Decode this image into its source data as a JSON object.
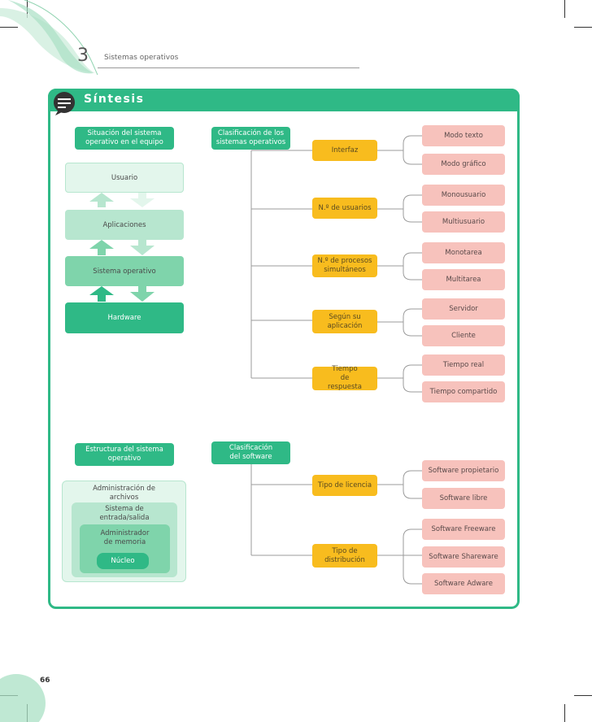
{
  "header": {
    "chapter_number": "3",
    "chapter_title": "Sistemas operativos"
  },
  "synthesis": {
    "title": "Síntesis"
  },
  "situacion": {
    "label": "Situación del sistema operativo en el equipo",
    "layers": [
      "Usuario",
      "Aplicaciones",
      "Sistema operativo",
      "Hardware"
    ]
  },
  "clasificacion_so": {
    "label": "Clasificación de los sistemas operativos",
    "groups": [
      {
        "name": "Interfaz",
        "items": [
          "Modo texto",
          "Modo gráfico"
        ]
      },
      {
        "name": "N.º de usuarios",
        "items": [
          "Monousuario",
          "Multiusuario"
        ]
      },
      {
        "name": "N.º de procesos simultáneos",
        "items": [
          "Monotarea",
          "Multitarea"
        ]
      },
      {
        "name": "Según su aplicación",
        "items": [
          "Servidor",
          "Cliente"
        ]
      },
      {
        "name": "Tiempo de respuesta",
        "items": [
          "Tiempo real",
          "Tiempo compartido"
        ]
      }
    ]
  },
  "estructura": {
    "label": "Estructura del sistema operativo",
    "levels": [
      "Administración de archivos",
      "Sistema de entrada/salida",
      "Administrador de memoria",
      "Núcleo"
    ]
  },
  "clasificacion_sw": {
    "label": "Clasificación del software",
    "groups": [
      {
        "name": "Tipo de licencia",
        "items": [
          "Software propietario",
          "Software libre"
        ]
      },
      {
        "name": "Tipo de distribución",
        "items": [
          "Software Freeware",
          "Software Shareware",
          "Software Adware"
        ]
      }
    ]
  },
  "page_number": "66",
  "colors": {
    "accent": "#2fb986",
    "orange": "#f8bc1e",
    "pink": "#f7c2bc"
  }
}
